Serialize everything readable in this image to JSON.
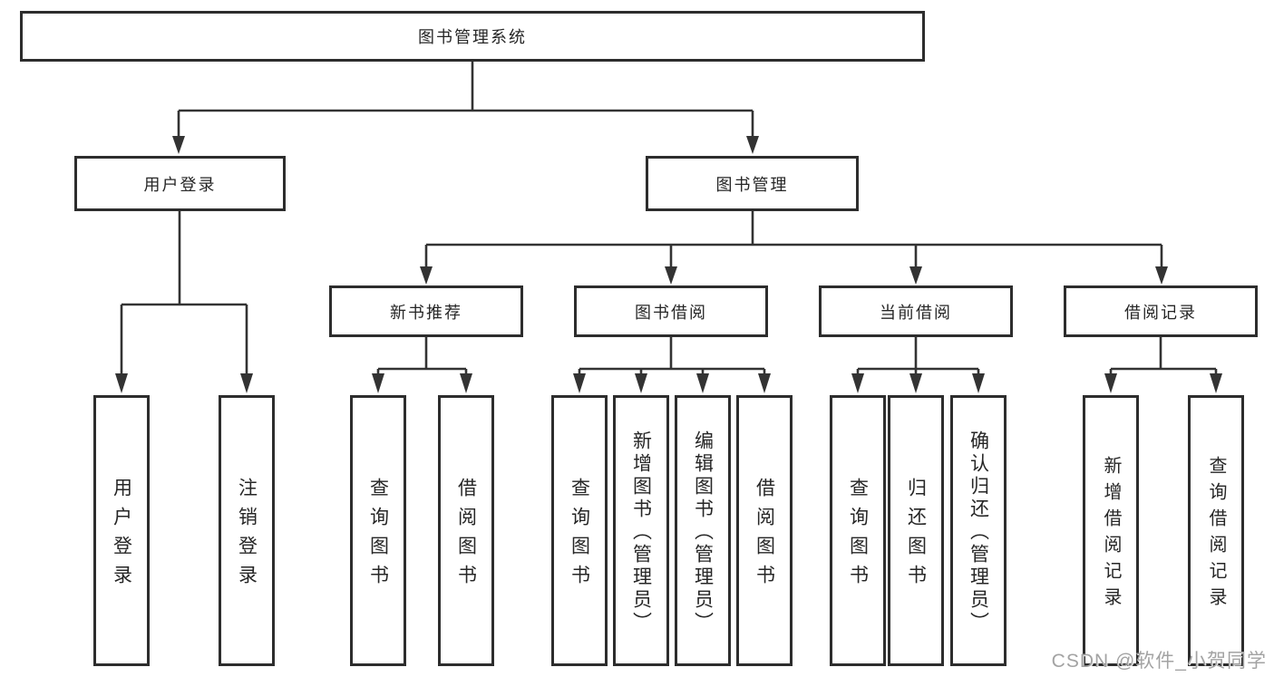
{
  "diagram": {
    "root": "图书管理系统",
    "branches": [
      {
        "label": "用户登录",
        "children": [
          "用户登录",
          "注销登录"
        ]
      },
      {
        "label": "图书管理",
        "children": [
          {
            "label": "新书推荐",
            "children": [
              "查询图书",
              "借阅图书"
            ]
          },
          {
            "label": "图书借阅",
            "children": [
              "查询图书",
              "新增图书（管理员）",
              "编辑图书（管理员）",
              "借阅图书"
            ]
          },
          {
            "label": "当前借阅",
            "children": [
              "查询图书",
              "归还图书",
              "确认归还（管理员）"
            ]
          },
          {
            "label": "借阅记录",
            "children": [
              "新增借阅记录",
              "查询借阅记录"
            ]
          }
        ]
      }
    ],
    "line_color": "#333333",
    "border_color": "#2d2d2d"
  },
  "watermark": {
    "text": "CSDN @软件_小贺同学"
  }
}
